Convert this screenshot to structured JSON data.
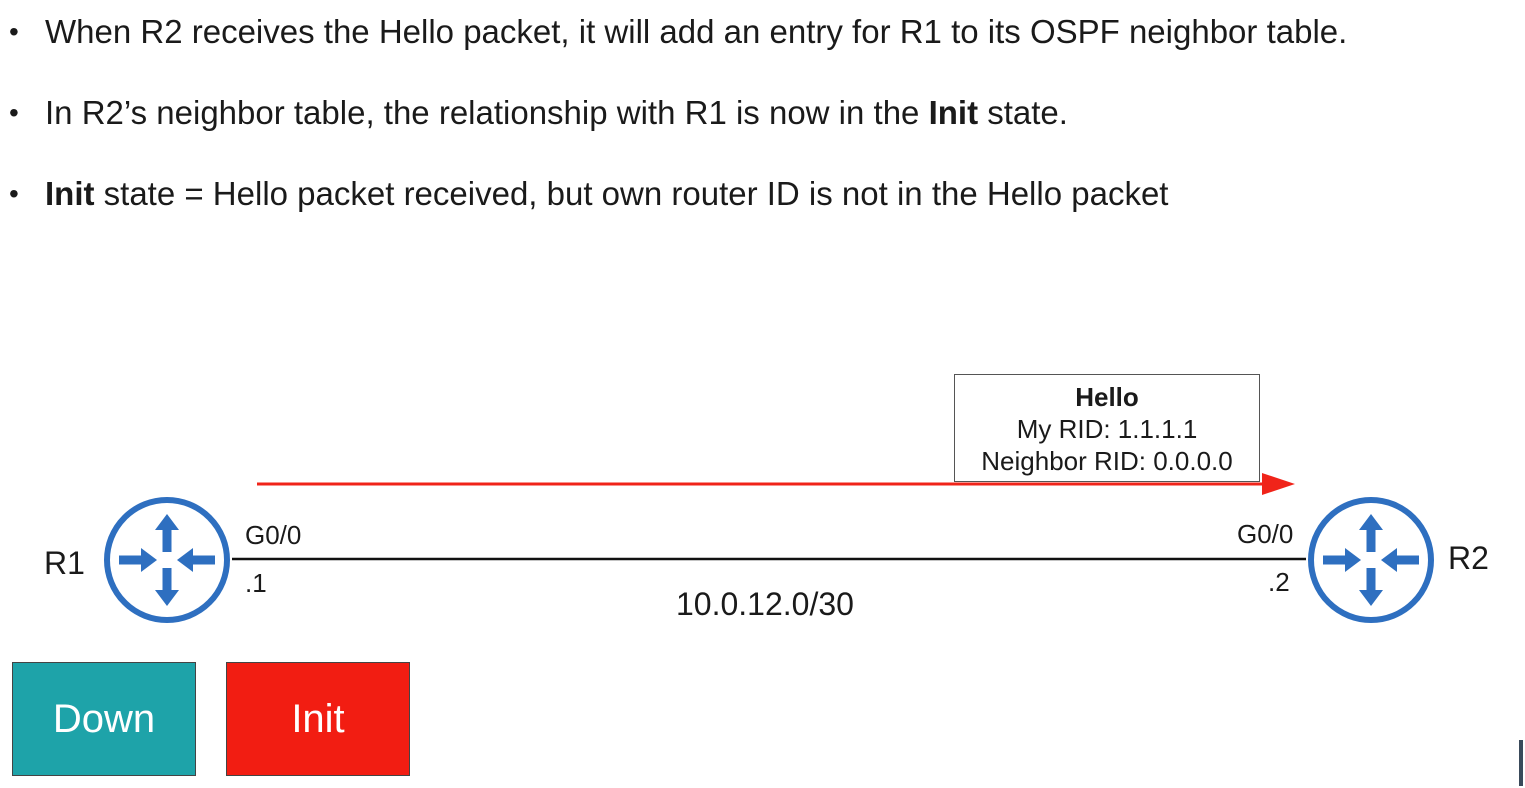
{
  "bullets": [
    {
      "before": "When R2 receives the Hello packet, it will add an entry for R1 to its OSPF neighbor table.",
      "bold": "",
      "after": ""
    },
    {
      "before": "In R2’s neighbor table, the relationship with R1 is now in the ",
      "bold": "Init",
      "after": " state."
    },
    {
      "before": "",
      "bold": "Init",
      "after": " state = Hello packet received, but own router ID is not in the Hello packet"
    }
  ],
  "bullet_char": "•",
  "routers": {
    "r1": {
      "name": "R1",
      "interface": "G0/0",
      "ip": ".1"
    },
    "r2": {
      "name": "R2",
      "interface": "G0/0",
      "ip": ".2"
    }
  },
  "subnet": "10.0.12.0/30",
  "hello_packet": {
    "title": "Hello",
    "my_rid": "My RID: 1.1.1.1",
    "neighbor_rid": "Neighbor RID: 0.0.0.0"
  },
  "states": {
    "r1": {
      "label": "Down",
      "color": "#1ea3a9"
    },
    "r2": {
      "label": "Init",
      "color": "#f21d12"
    }
  },
  "colors": {
    "router_blue": "#2e6fc0",
    "arrow_red": "#f0241a",
    "link_line": "#111111"
  }
}
